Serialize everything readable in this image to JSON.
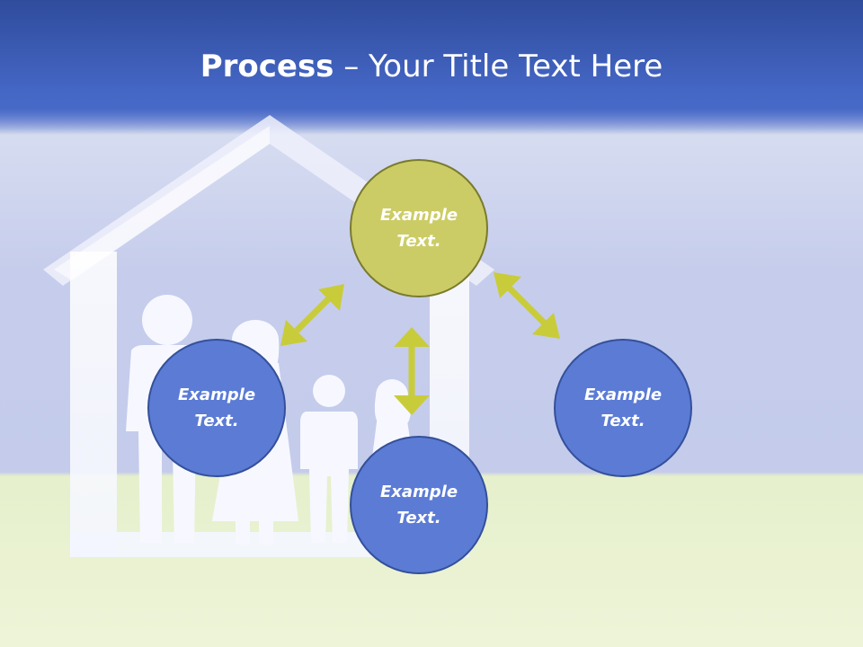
{
  "title": {
    "bold": "Process",
    "rest": " – Your Title Text Here"
  },
  "colors": {
    "title_bar": "#3f5fbe",
    "circle_blue": "#5b7bd5",
    "circle_olive": "#cccc66",
    "arrow": "#c9cc3a"
  },
  "nodes": [
    {
      "id": "top",
      "text": "Example Text.",
      "line1": "Example",
      "line2": "Text."
    },
    {
      "id": "left",
      "text": "Example Text.",
      "line1": "Example",
      "line2": "Text."
    },
    {
      "id": "right",
      "text": "Example Text.",
      "line1": "Example",
      "line2": "Text."
    },
    {
      "id": "bottom",
      "text": "Example Text.",
      "line1": "Example",
      "line2": "Text."
    }
  ],
  "background_image": "house-with-family-icon"
}
